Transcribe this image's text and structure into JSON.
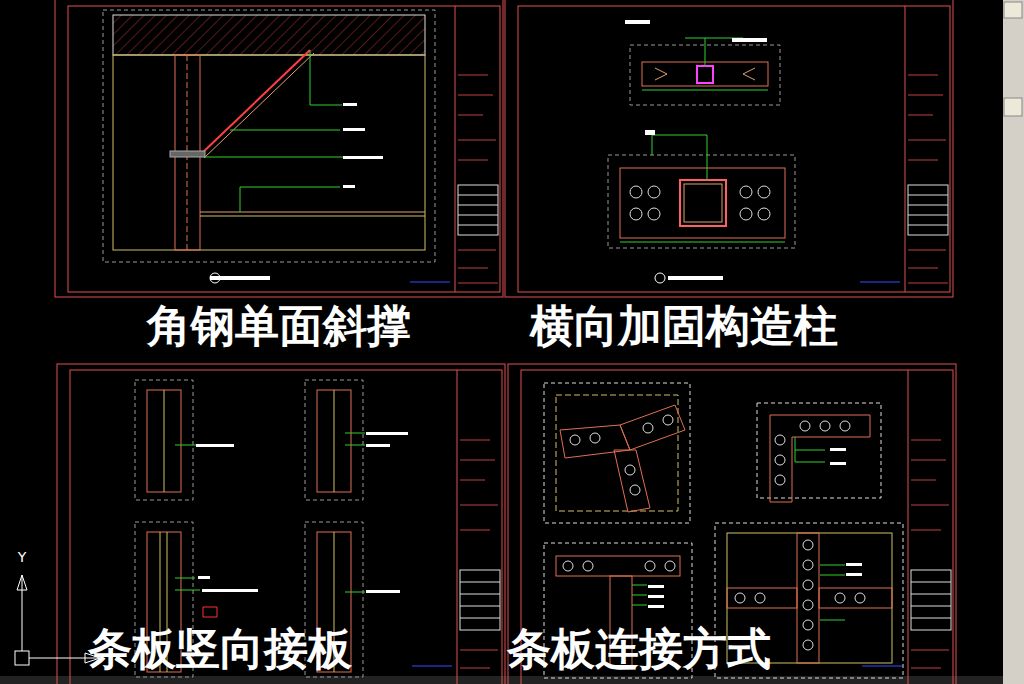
{
  "diagram": {
    "labels": [
      "角钢单面斜撑",
      "横向加固构造柱",
      "条板竖向接板",
      "条板连接方式",
      "Y"
    ]
  }
}
